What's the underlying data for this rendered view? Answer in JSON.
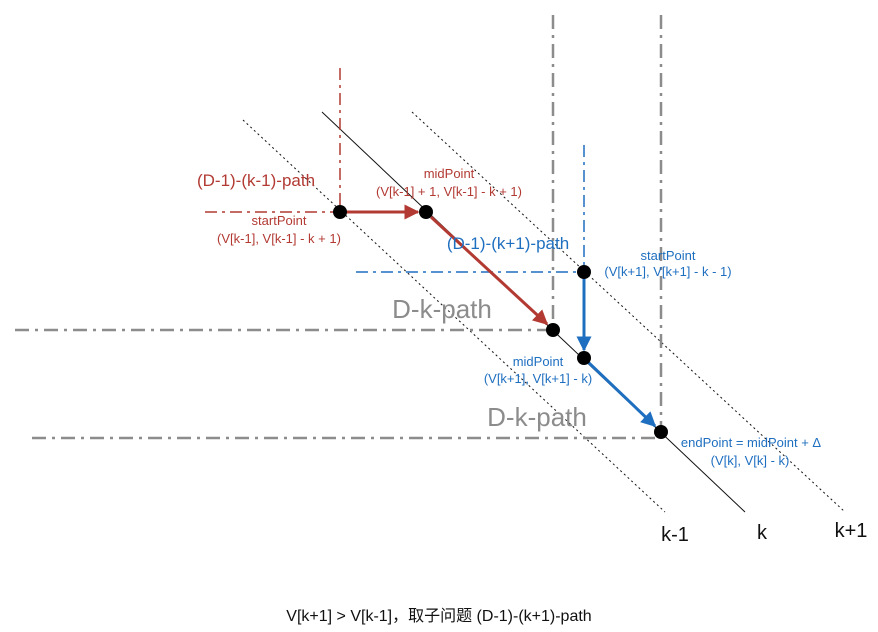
{
  "labels": {
    "red_path": "(D-1)-(k-1)-path",
    "red_mid_title": "midPoint",
    "red_mid_coords": "(V[k-1] + 1, V[k-1] - k + 1)",
    "red_start_title": "startPoint",
    "red_start_coords": "(V[k-1], V[k-1] - k + 1)",
    "blue_path": "(D-1)-(k+1)-path",
    "blue_start_title": "startPoint",
    "blue_start_coords": "(V[k+1], V[k+1] - k - 1)",
    "dk_path_1": "D-k-path",
    "dk_path_2": "D-k-path",
    "blue_mid_title": "midPoint",
    "blue_mid_coords": "(V[k+1], V[k+1] - k)",
    "end_title": "endPoint = midPoint + Δ",
    "end_coords": "(V[k], V[k] - k)",
    "diag_km1": "k-1",
    "diag_k": "k",
    "diag_kp1": "k+1"
  },
  "caption": "V[k+1] > V[k-1]，取子问题 (D-1)-(k+1)-path",
  "colors": {
    "red": "#b23a33",
    "blue": "#1f6fc0",
    "grey": "#8c8c8c",
    "black": "#111111"
  }
}
